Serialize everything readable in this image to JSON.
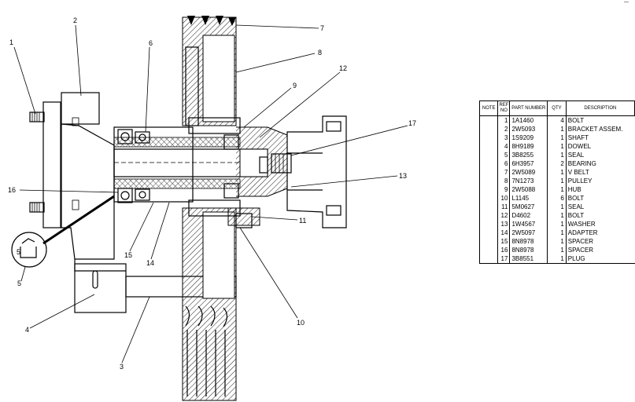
{
  "corner_mark": "—",
  "callouts": [
    {
      "num": "1"
    },
    {
      "num": "2"
    },
    {
      "num": "3"
    },
    {
      "num": "4"
    },
    {
      "num": "5"
    },
    {
      "num": "6"
    },
    {
      "num": "7"
    },
    {
      "num": "8"
    },
    {
      "num": "9"
    },
    {
      "num": "10"
    },
    {
      "num": "11"
    },
    {
      "num": "12"
    },
    {
      "num": "13"
    },
    {
      "num": "14"
    },
    {
      "num": "15"
    },
    {
      "num": "16"
    },
    {
      "num": "17"
    }
  ],
  "detail_label": "5",
  "parts_table": {
    "headers": {
      "note": "NOTE",
      "ref": "REF NO",
      "part": "PART NUMBER",
      "qty": "QTY",
      "desc": "DESCRIPTION"
    },
    "rows": [
      {
        "ref": "1",
        "part": "1A1460",
        "qty": "4",
        "desc": "BOLT"
      },
      {
        "ref": "2",
        "part": "2W5093",
        "qty": "1",
        "desc": "BRACKET ASSEM."
      },
      {
        "ref": "3",
        "part": "1S9209",
        "qty": "1",
        "desc": "SHAFT"
      },
      {
        "ref": "4",
        "part": "8H9189",
        "qty": "1",
        "desc": "DOWEL"
      },
      {
        "ref": "5",
        "part": "3B8255",
        "qty": "1",
        "desc": "SEAL"
      },
      {
        "ref": "6",
        "part": "6H3957",
        "qty": "2",
        "desc": "BEARING"
      },
      {
        "ref": "7",
        "part": "2W5089",
        "qty": "1",
        "desc": "V BELT"
      },
      {
        "ref": "8",
        "part": "7N1273",
        "qty": "1",
        "desc": "PULLEY"
      },
      {
        "ref": "9",
        "part": "2W5088",
        "qty": "1",
        "desc": "HUB"
      },
      {
        "ref": "10",
        "part": "L1145",
        "qty": "6",
        "desc": "BOLT"
      },
      {
        "ref": "11",
        "part": "5M0627",
        "qty": "1",
        "desc": "SEAL"
      },
      {
        "ref": "12",
        "part": "D4602",
        "qty": "1",
        "desc": "BOLT"
      },
      {
        "ref": "13",
        "part": "1W4567",
        "qty": "1",
        "desc": "WASHER"
      },
      {
        "ref": "14",
        "part": "2W5097",
        "qty": "1",
        "desc": "ADAPTER"
      },
      {
        "ref": "15",
        "part": "8N8978",
        "qty": "1",
        "desc": "SPACER"
      },
      {
        "ref": "16",
        "part": "8N8978",
        "qty": "1",
        "desc": "SPACER"
      },
      {
        "ref": "17",
        "part": "3B8551",
        "qty": "1",
        "desc": "PLUG"
      }
    ]
  }
}
